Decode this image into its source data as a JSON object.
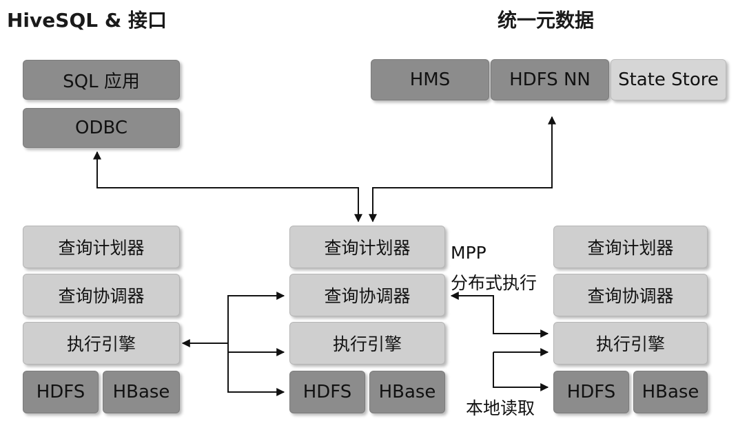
{
  "titles": {
    "left": "HiveSQL & 接口",
    "right": "统一元数据"
  },
  "client": {
    "sql_app": "SQL 应用",
    "odbc": "ODBC"
  },
  "metadata": {
    "hms": "HMS",
    "hdfs_nn": "HDFS NN",
    "state_store": "State Store"
  },
  "nodes": [
    {
      "planner": "查询计划器",
      "coordinator": "查询协调器",
      "executor": "执行引擎",
      "hdfs": "HDFS",
      "hbase": "HBase"
    },
    {
      "planner": "查询计划器",
      "coordinator": "查询协调器",
      "executor": "执行引擎",
      "hdfs": "HDFS",
      "hbase": "HBase"
    },
    {
      "planner": "查询计划器",
      "coordinator": "查询协调器",
      "executor": "执行引擎",
      "hdfs": "HDFS",
      "hbase": "HBase"
    }
  ],
  "annotations": {
    "mpp_line1": "MPP",
    "mpp_line2": "分布式执行",
    "local_read": "本地读取"
  },
  "colors": {
    "dark_box": "#8c8c8c",
    "medium_box": "#a8a8a8",
    "light_box": "#cfcfcf",
    "arrow": "#111111"
  }
}
